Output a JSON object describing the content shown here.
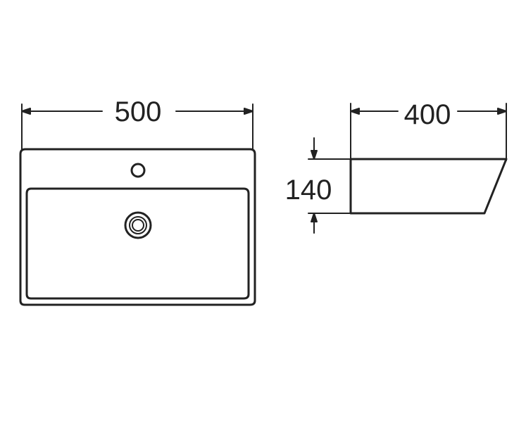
{
  "colors": {
    "line": "#222222",
    "background": "#ffffff"
  },
  "front_view": {
    "width_label": "500",
    "tap_hole": "tap-hole",
    "drain": "drain"
  },
  "side_view": {
    "depth_label": "400",
    "height_label": "140"
  }
}
